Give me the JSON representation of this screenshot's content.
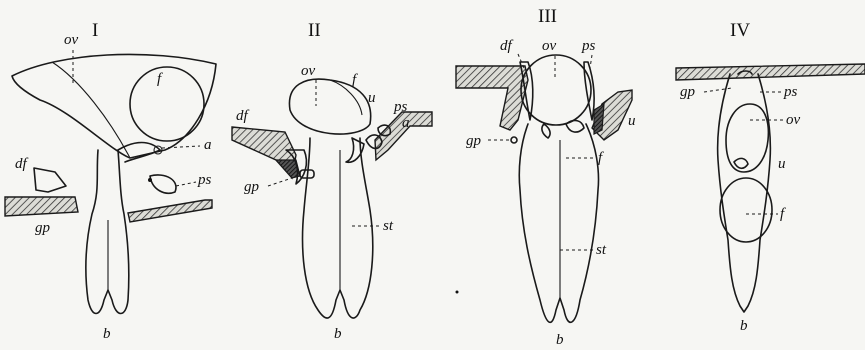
{
  "figures": [
    {
      "numeral": "I",
      "labels": {
        "ov": "ov",
        "f": "f",
        "df": "df",
        "a": "a",
        "ps": "ps",
        "gp": "gp",
        "b": "b"
      }
    },
    {
      "numeral": "II",
      "labels": {
        "ov": "ov",
        "f": "f",
        "u": "u",
        "ps": "ps",
        "a": "a",
        "df": "df",
        "gp": "gp",
        "st": "st",
        "b": "b"
      }
    },
    {
      "numeral": "III",
      "labels": {
        "df": "df",
        "ov": "ov",
        "ps": "ps",
        "gp": "gp",
        "u": "u",
        "f": "f",
        "st": "st",
        "b": "b"
      }
    },
    {
      "numeral": "IV",
      "labels": {
        "gp": "gp",
        "ps": "ps",
        "ov": "ov",
        "u": "u",
        "f": "f",
        "b": "b"
      }
    }
  ]
}
